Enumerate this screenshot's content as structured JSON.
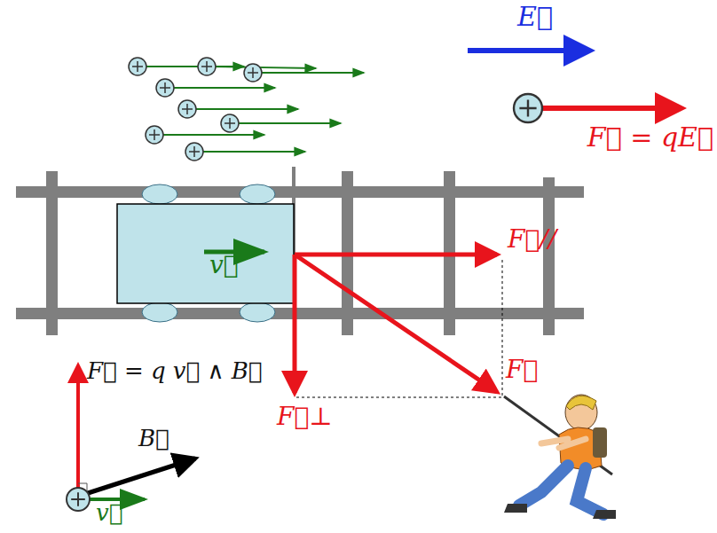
{
  "diagram": {
    "nodes": [
      {
        "text": [
          "v⃗"
        ]
      }
    ],
    "labels": [
      "E⃗",
      "F⃗ = qE⃗",
      "F⃗//",
      "F⃗",
      "F⃗⊥",
      "F⃗ = q v⃗ ∧ B⃗",
      "B⃗",
      "v⃗"
    ]
  }
}
